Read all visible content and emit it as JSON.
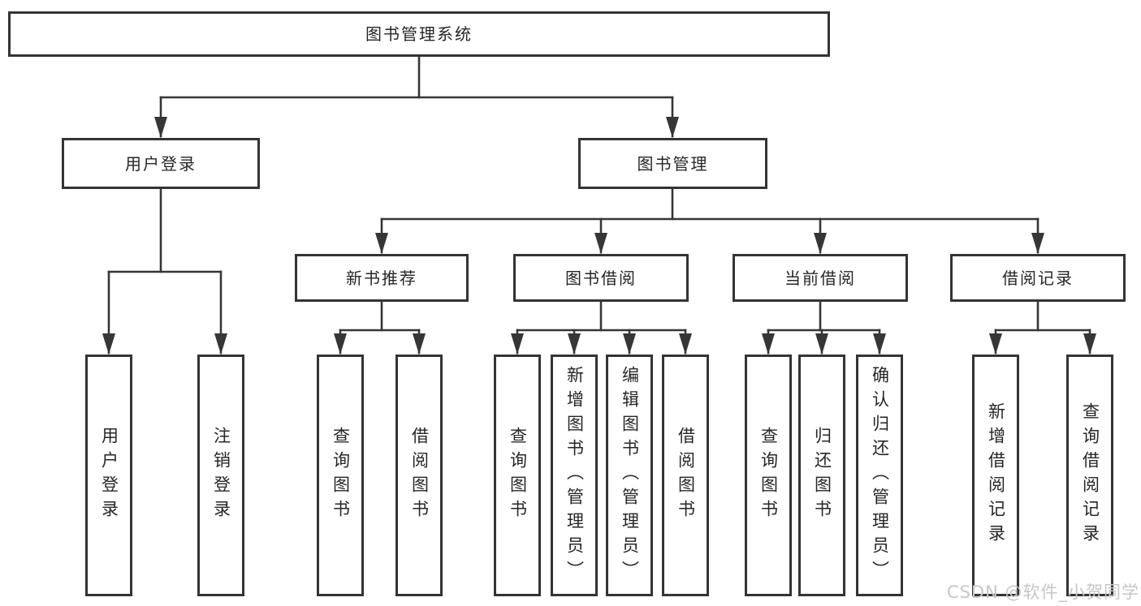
{
  "tree": {
    "root": {
      "label": "图书管理系统"
    },
    "children": [
      {
        "label": "用户登录",
        "children": [
          {
            "label": "用户登录"
          },
          {
            "label": "注销登录"
          }
        ]
      },
      {
        "label": "图书管理",
        "children": [
          {
            "label": "新书推荐",
            "children": [
              {
                "label": "查询图书"
              },
              {
                "label": "借阅图书"
              }
            ]
          },
          {
            "label": "图书借阅",
            "children": [
              {
                "label": "查询图书"
              },
              {
                "label": "新增图书（管理员）"
              },
              {
                "label": "编辑图书（管理员）"
              },
              {
                "label": "借阅图书"
              }
            ]
          },
          {
            "label": "当前借阅",
            "children": [
              {
                "label": "查询图书"
              },
              {
                "label": "归还图书"
              },
              {
                "label": "确认归还（管理员）"
              }
            ]
          },
          {
            "label": "借阅记录",
            "children": [
              {
                "label": "新增借阅记录"
              },
              {
                "label": "查询借阅记录"
              }
            ]
          }
        ]
      }
    ]
  },
  "watermark": {
    "text": "CSDN @软件_小贺同学"
  },
  "colors": {
    "line": "#363636",
    "box_border": "#343434",
    "text": "#262626",
    "watermark_text": "#c6c6c6",
    "background": "#ffffff"
  }
}
